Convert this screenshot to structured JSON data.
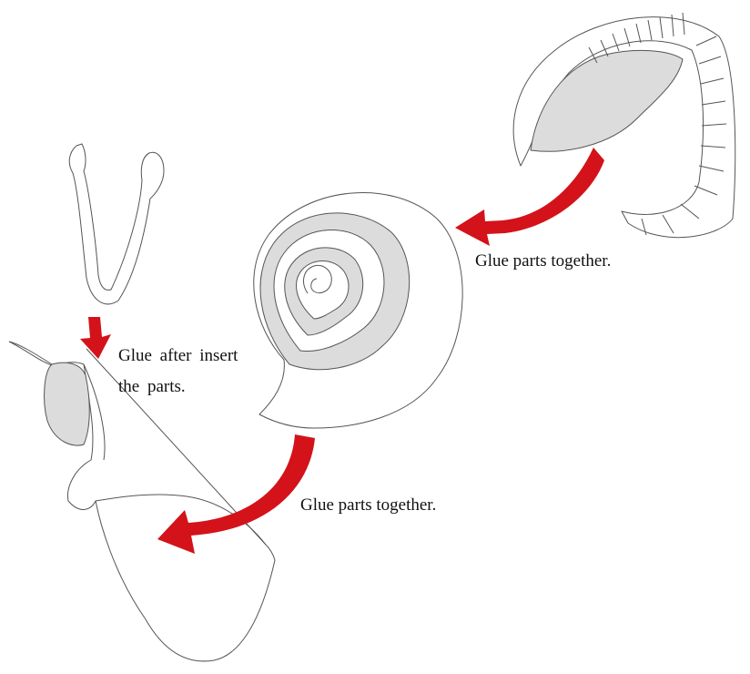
{
  "diagram": {
    "labels": {
      "glue_top": "Glue parts together.",
      "glue_insert_line1": "Glue after insert",
      "glue_insert_line2": "the parts.",
      "glue_bottom": "Glue parts together."
    },
    "colors": {
      "outline": "#555555",
      "fill_gray": "#dcdcdc",
      "arrow_red": "#d4121a",
      "background": "#ffffff"
    }
  }
}
